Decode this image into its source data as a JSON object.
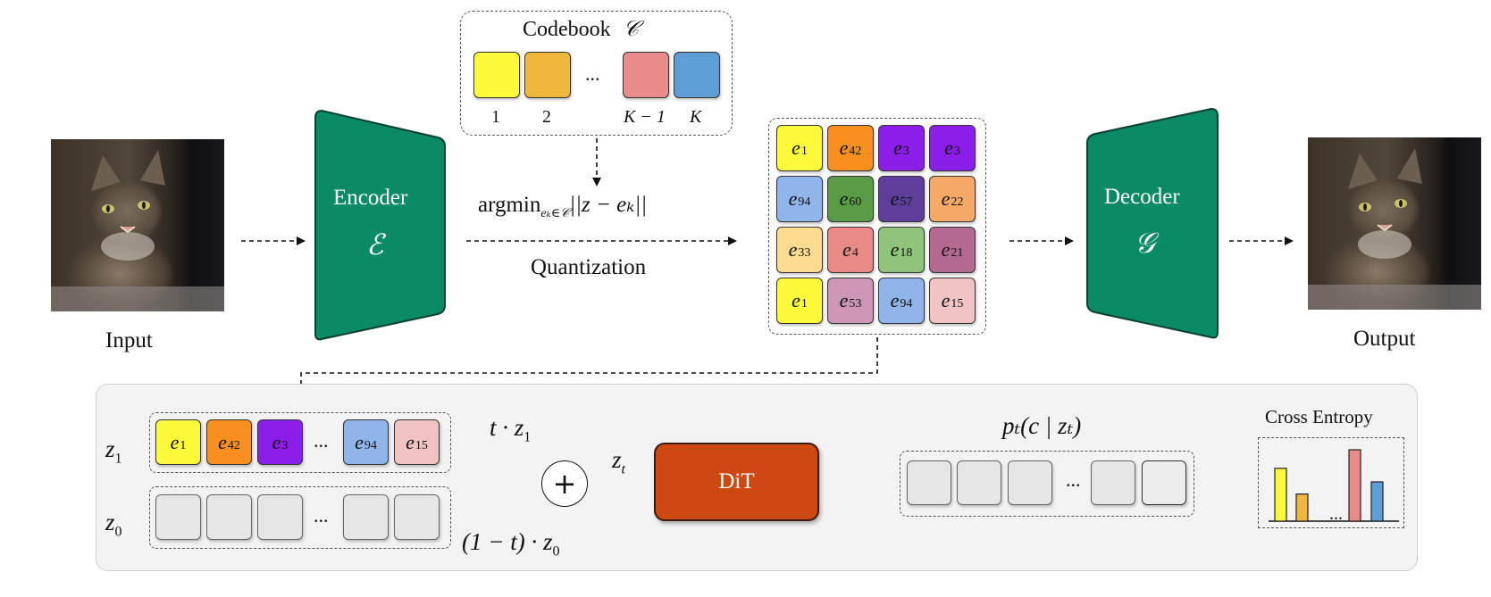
{
  "colors": {
    "encoder": "#0b8a66",
    "dit": "#cc4a12",
    "panel_bg": "#f3f3f3",
    "yellow": "#fbfb3c",
    "orange_light": "#efb73e",
    "orange": "#f8901f",
    "purple": "#8b1ee8",
    "blue_light": "#8fb5ea",
    "green": "#5a9b46",
    "purple_dark": "#5e3e98",
    "peach": "#f4aa66",
    "cream": "#fbdc8f",
    "salmon": "#e98a87",
    "green_light": "#8fc47a",
    "mauve": "#b46a90",
    "lilac": "#cd96b4",
    "pink_light": "#f2c3c3",
    "codebook_red": "#e88c8b",
    "codebook_blue": "#5e9ed6"
  },
  "codebook": {
    "title": "Codebook",
    "symbol": "𝒞",
    "ellipsis": "...",
    "indices": [
      "1",
      "2",
      "K − 1",
      "K"
    ]
  },
  "input_label": "Input",
  "output_label": "Output",
  "images": {
    "input": "cat-photo",
    "output": "cat-photo-reconstructed"
  },
  "encoder": {
    "label": "Encoder",
    "symbol": "ℰ"
  },
  "decoder": {
    "label": "Decoder",
    "symbol": "𝒢"
  },
  "quantization": {
    "formula_main": "argmin",
    "formula_sub": "eₖ∈𝒞",
    "formula_rest": "||z − eₖ||",
    "label": "Quantization"
  },
  "grid": [
    [
      {
        "sub": "1",
        "c": "yellow"
      },
      {
        "sub": "42",
        "c": "orange"
      },
      {
        "sub": "3",
        "c": "purple"
      },
      {
        "sub": "3",
        "c": "purple"
      }
    ],
    [
      {
        "sub": "94",
        "c": "blue_light"
      },
      {
        "sub": "60",
        "c": "green"
      },
      {
        "sub": "57",
        "c": "purple_dark"
      },
      {
        "sub": "22",
        "c": "peach"
      }
    ],
    [
      {
        "sub": "33",
        "c": "cream"
      },
      {
        "sub": "4",
        "c": "salmon"
      },
      {
        "sub": "18",
        "c": "green_light"
      },
      {
        "sub": "21",
        "c": "mauve"
      }
    ],
    [
      {
        "sub": "1",
        "c": "yellow"
      },
      {
        "sub": "53",
        "c": "lilac"
      },
      {
        "sub": "94",
        "c": "blue_light"
      },
      {
        "sub": "15",
        "c": "pink_light"
      }
    ]
  ],
  "bottom": {
    "z1_label": "z",
    "z1_sub": "1",
    "z0_label": "z",
    "z0_sub": "0",
    "z1_tokens": [
      {
        "sub": "1",
        "c": "yellow"
      },
      {
        "sub": "42",
        "c": "orange"
      },
      {
        "sub": "3",
        "c": "purple"
      },
      {
        "sub": "94",
        "c": "blue_light"
      },
      {
        "sub": "15",
        "c": "pink_light"
      }
    ],
    "ellipsis": "...",
    "t_z1": "t · z",
    "t_z1_sub": "1",
    "one_minus_t": "(1 − t) · z",
    "one_minus_t_sub": "0",
    "plus": "+",
    "zt": "z",
    "zt_sub": "t",
    "dit_label": "DiT",
    "pt_label": "pₜ(c | zₜ)",
    "cross_entropy": "Cross Entropy",
    "bar_chart": {
      "bars": [
        {
          "value": 0.74,
          "c": "yellow"
        },
        {
          "value": 0.38,
          "c": "orange_light"
        },
        {
          "value": 1.0,
          "c": "codebook_red"
        },
        {
          "value": 0.55,
          "c": "codebook_blue"
        }
      ]
    }
  }
}
